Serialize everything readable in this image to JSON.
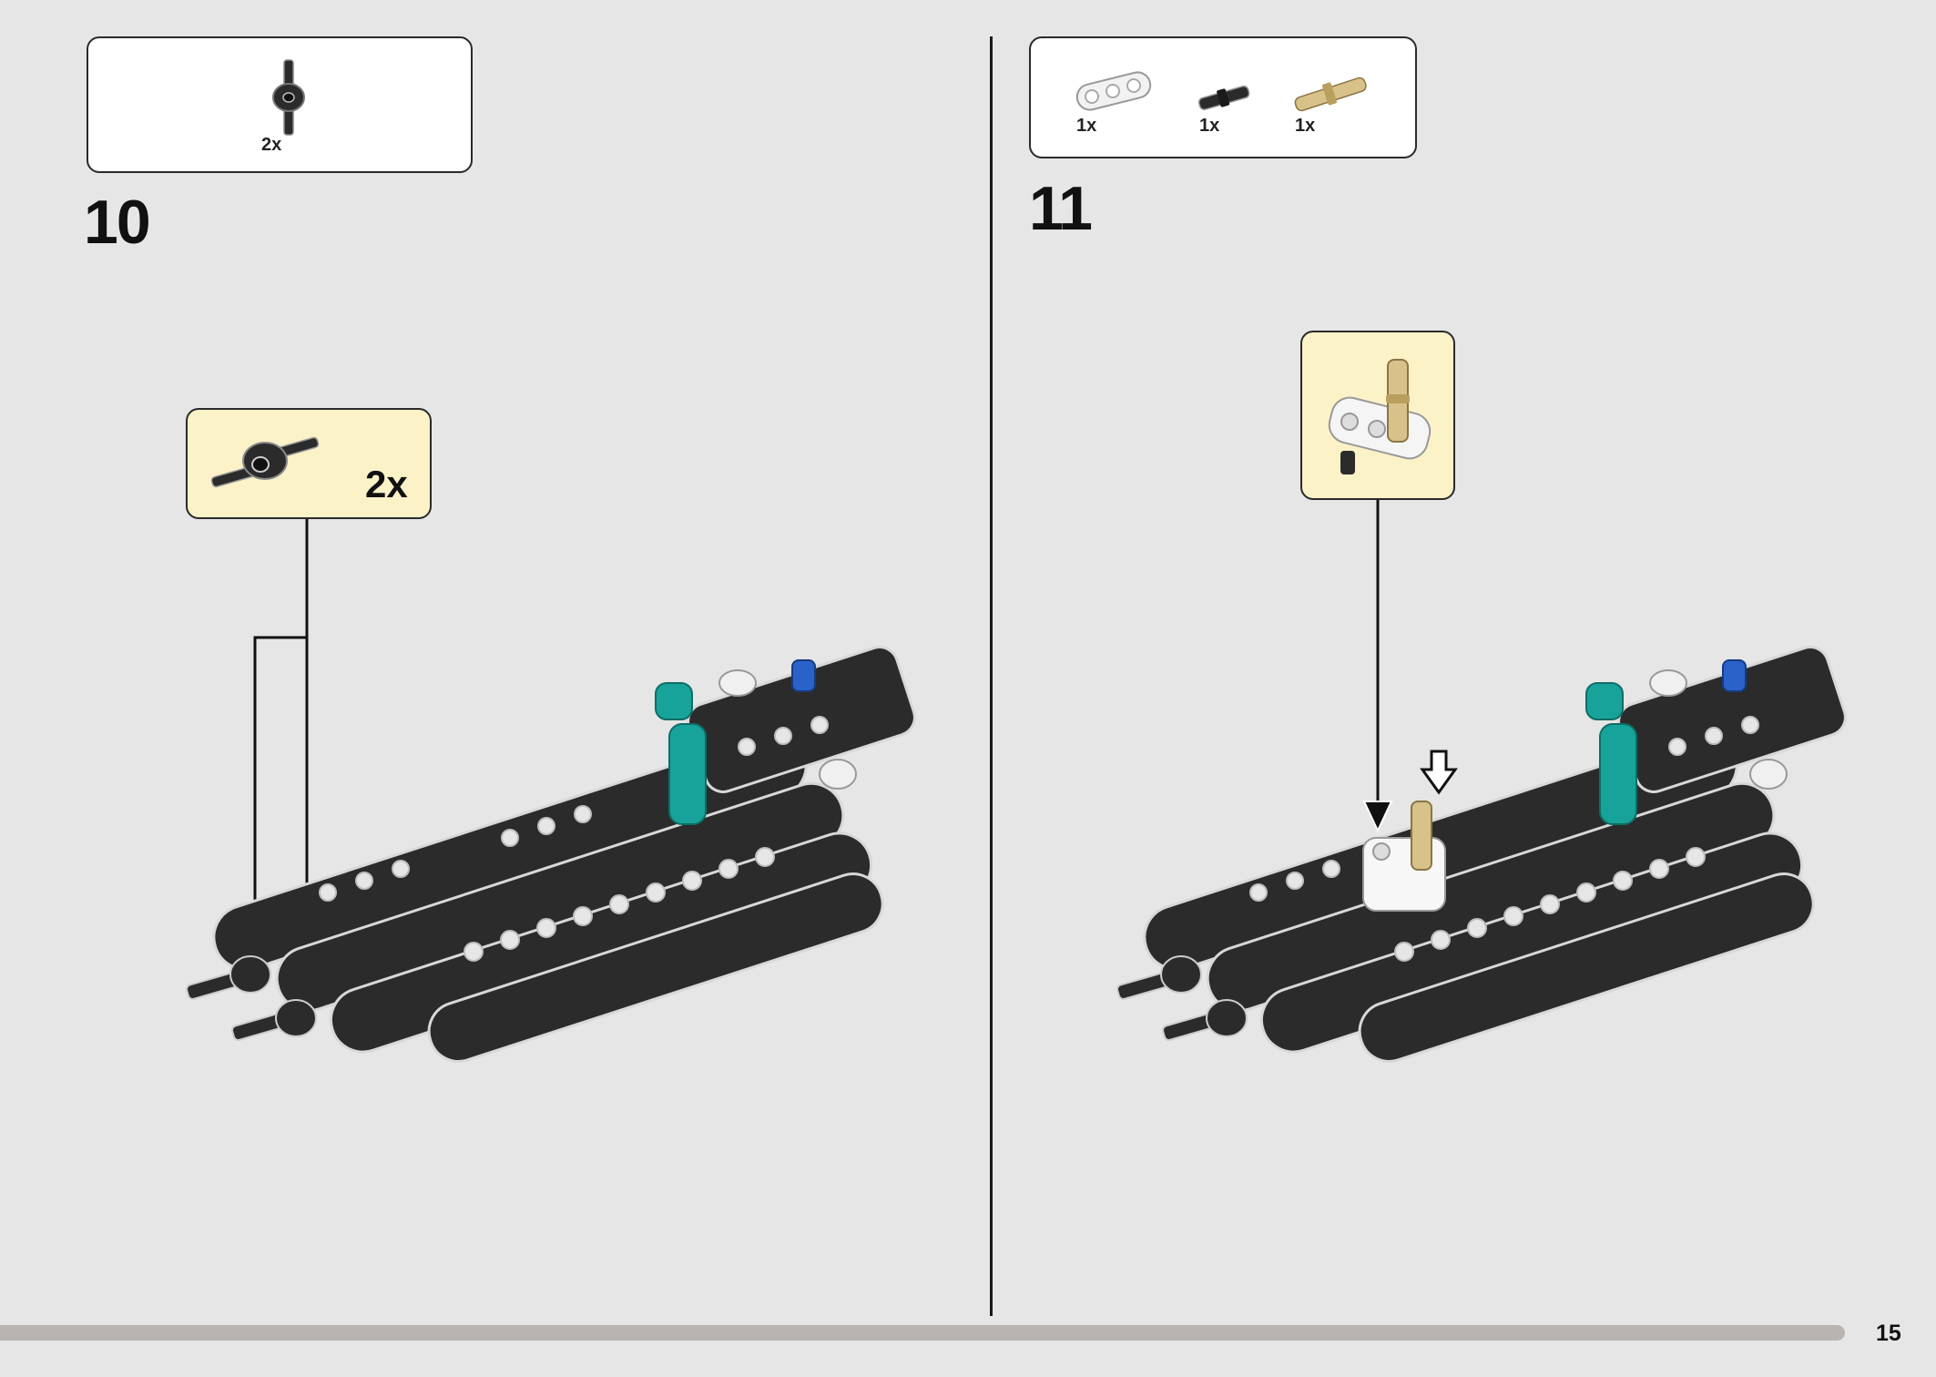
{
  "left_step": {
    "number": "10",
    "parts": [
      {
        "qty": "2x",
        "part_icon": "axle-connector-icon",
        "color": "#2b2b2b"
      }
    ],
    "callout": {
      "qty": "2x",
      "part_icon": "axle-connector-icon"
    }
  },
  "right_step": {
    "number": "11",
    "parts": [
      {
        "qty": "1x",
        "part_icon": "white-3-hole-beam-icon",
        "color": "#f2f2f2"
      },
      {
        "qty": "1x",
        "part_icon": "black-axle-pin-icon",
        "color": "#2b2b2b"
      },
      {
        "qty": "1x",
        "part_icon": "tan-axle-pin-icon",
        "color": "#d9c28a"
      }
    ],
    "callout": {
      "part_icon": "beam-with-pin-icon"
    }
  },
  "page": {
    "number": "15"
  },
  "colors": {
    "background": "#e6e6e6",
    "callout": "#fbf2c8",
    "beam_black": "#2b2b2b",
    "teal": "#17a39a",
    "blue": "#2a62c9",
    "tan": "#d9c28a",
    "progress": "#b9b4b0"
  }
}
